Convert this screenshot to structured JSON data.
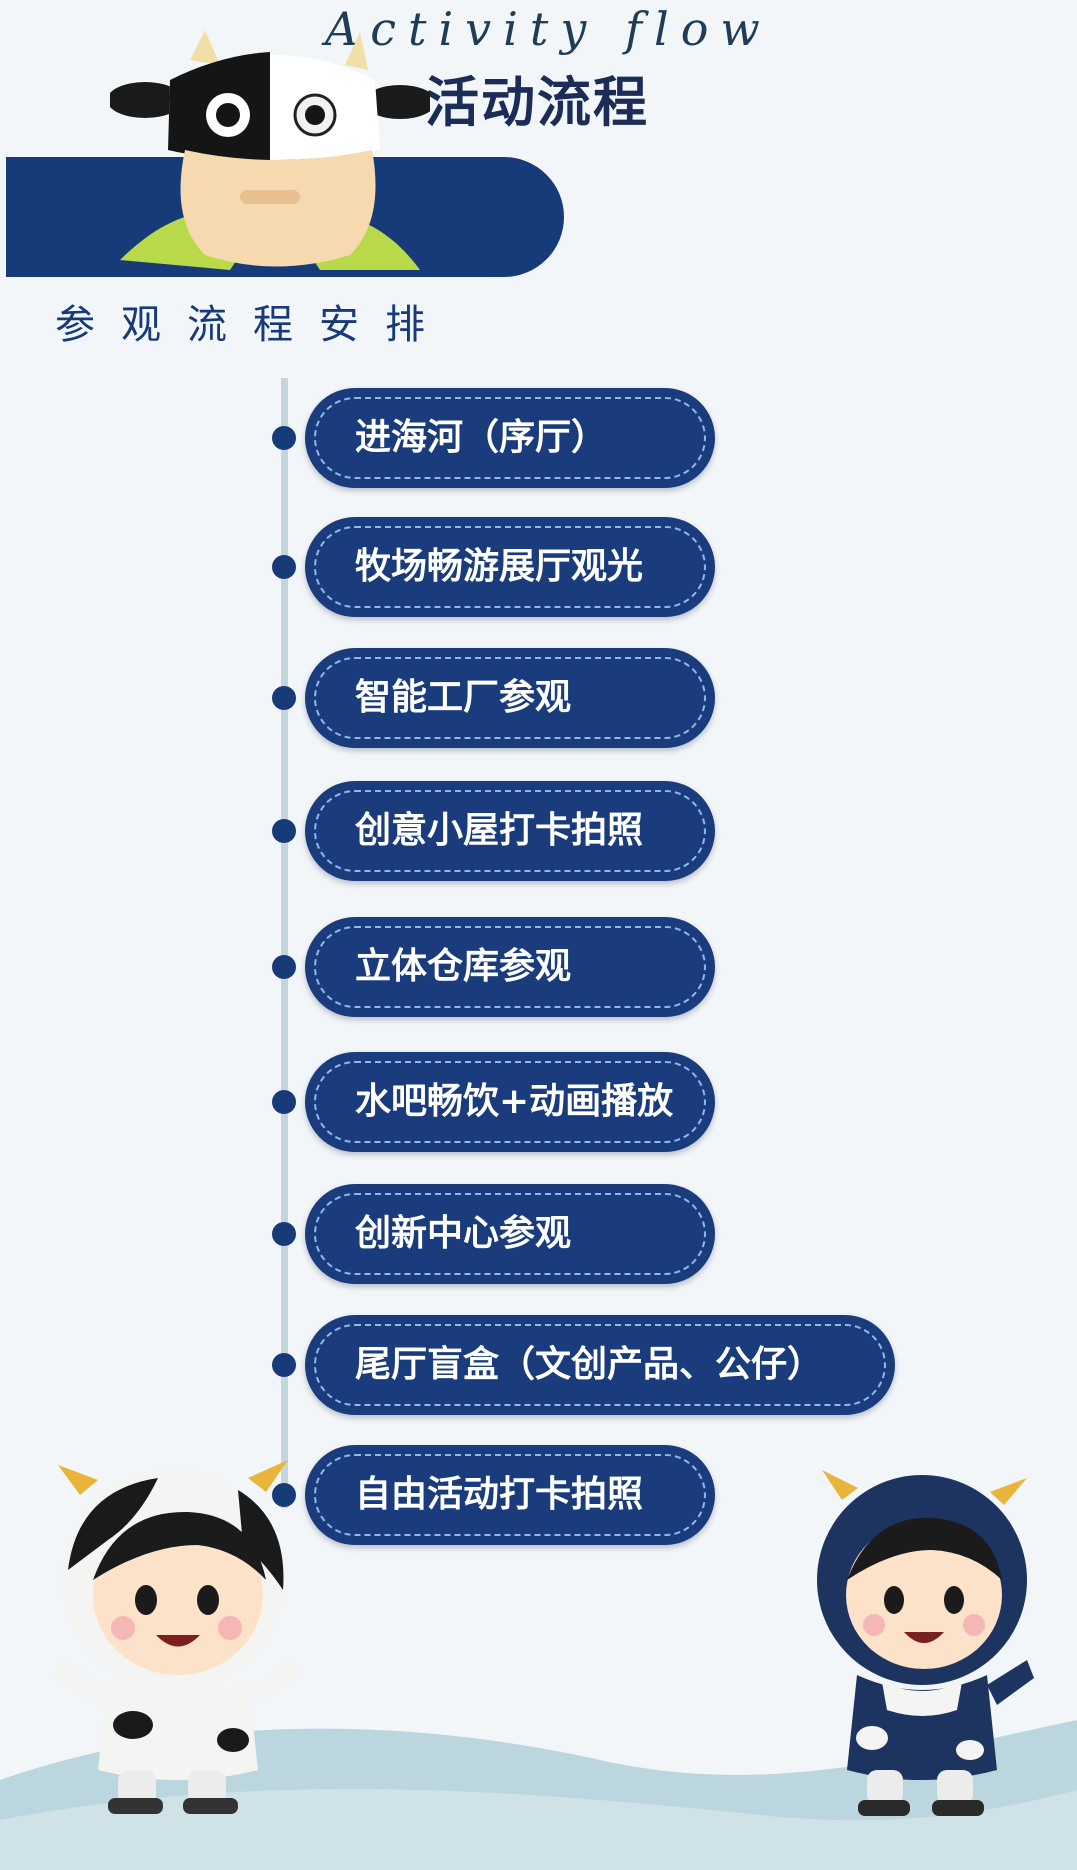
{
  "header": {
    "eyebrow": "Activity flow",
    "title": "活动流程"
  },
  "section": {
    "heading": "参观流程安排"
  },
  "steps": [
    {
      "label": "进海河（序厅）"
    },
    {
      "label": "牧场畅游展厅观光"
    },
    {
      "label": "智能工厂参观"
    },
    {
      "label": "创意小屋打卡拍照"
    },
    {
      "label": "立体仓库参观"
    },
    {
      "label": "水吧畅饮+动画播放"
    },
    {
      "label": "创新中心参观"
    },
    {
      "label": "尾厅盲盒（文创产品、公仔）"
    },
    {
      "label": "自由活动打卡拍照"
    }
  ],
  "icons": [
    "cow-mascot-icon",
    "cow-hood-child-mascot-icon",
    "navy-hood-child-mascot-icon"
  ],
  "colors": {
    "background": "#f3f6f8",
    "navy": "#173a78",
    "pill": "#1a3b7c",
    "dash": "#8db8ee",
    "timeline": "#c2d6dc",
    "wave": "#bcd6e0"
  }
}
